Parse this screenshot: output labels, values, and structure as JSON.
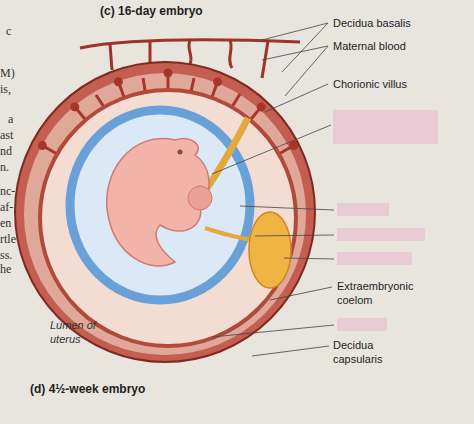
{
  "diagram": {
    "caption": "(d) 4½-week embryo",
    "labels": [
      "(c) 16-day embryo",
      "Decidua basalis",
      "Maternal blood",
      "Chorionic villus",
      "Extraembryonic coelom",
      "Decidua capsularis",
      "Lumen of uterus",
      "c",
      "M)",
      "is,",
      "a",
      "ast",
      "nd",
      "n.",
      "nc-",
      "af-",
      "en",
      "rtle",
      "ss.",
      "he"
    ]
  }
}
